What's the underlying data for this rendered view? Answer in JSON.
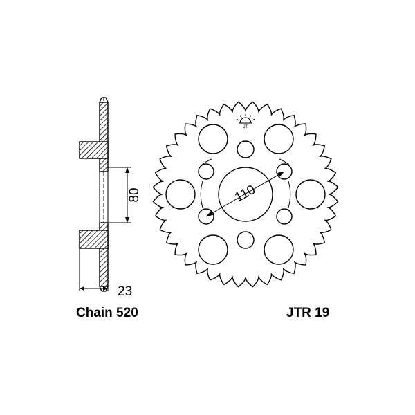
{
  "side_view": {
    "height_dim": "80",
    "thickness_dim": "23"
  },
  "sprocket": {
    "bolt_circle_dim": "110",
    "logo": "JT"
  },
  "captions": {
    "chain": "Chain 520",
    "part_number": "JTR 19"
  }
}
